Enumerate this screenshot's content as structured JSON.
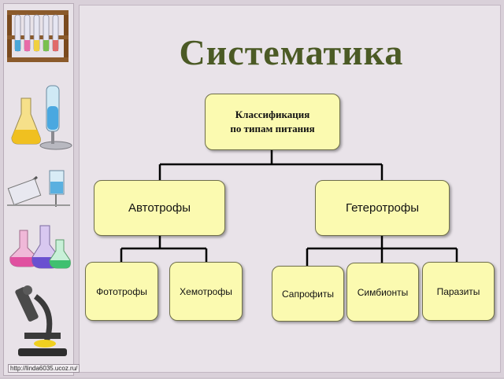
{
  "slide": {
    "title": "Систематика",
    "watermark": "http://linda6035.ucoz.ru/"
  },
  "diagram": {
    "root": {
      "line1": "Классификация",
      "line2": "по типам питания"
    },
    "groups": [
      {
        "label": "Автотрофы",
        "children": [
          "Фототрофы",
          "Хемотрофы"
        ]
      },
      {
        "label": "Гетеротрофы",
        "children": [
          "Сапрофиты",
          "Симбионты",
          "Паразиты"
        ]
      }
    ]
  },
  "colors": {
    "node_fill": "#fbfab0",
    "title": "#4b5a25",
    "connector": "#000000"
  },
  "sidebar": {
    "icons": [
      "test-tube-rack-icon",
      "flasks-icon",
      "dropper-and-beaker-icon",
      "colored-flasks-icon",
      "microscope-icon"
    ]
  }
}
